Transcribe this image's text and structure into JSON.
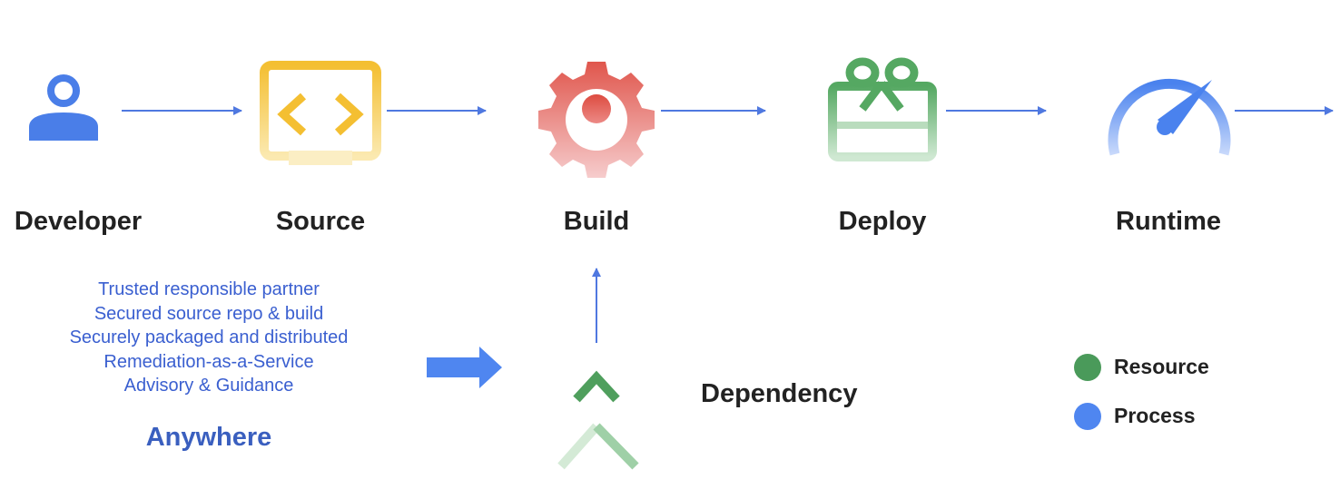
{
  "stages": [
    {
      "label": "Developer",
      "icon": "developer-icon"
    },
    {
      "label": "Source",
      "icon": "source-code-icon"
    },
    {
      "label": "Build",
      "icon": "build-gear-icon"
    },
    {
      "label": "Deploy",
      "icon": "deploy-package-icon"
    },
    {
      "label": "Runtime",
      "icon": "runtime-gauge-icon"
    }
  ],
  "features": [
    "Trusted responsible partner",
    "Secured source repo & build",
    "Securely packaged and distributed",
    "Remediation-as-a-Service",
    "Advisory & Guidance"
  ],
  "anywhere": "Anywhere",
  "dependency": {
    "label": "Dependency",
    "icon": "dependency-merge-icon"
  },
  "legend": [
    {
      "label": "Resource",
      "color": "#4a9a5a"
    },
    {
      "label": "Process",
      "color": "#4f86f0"
    }
  ],
  "colors": {
    "arrow": "#4f78e0",
    "developer": "#4a7ee8",
    "source": "#f4bf32",
    "build": "#e06055",
    "deploy": "#5fae6a",
    "runtime": "#5b8ef0",
    "dependency": "#5fae6a",
    "feature_text": "#3a5fd0"
  }
}
